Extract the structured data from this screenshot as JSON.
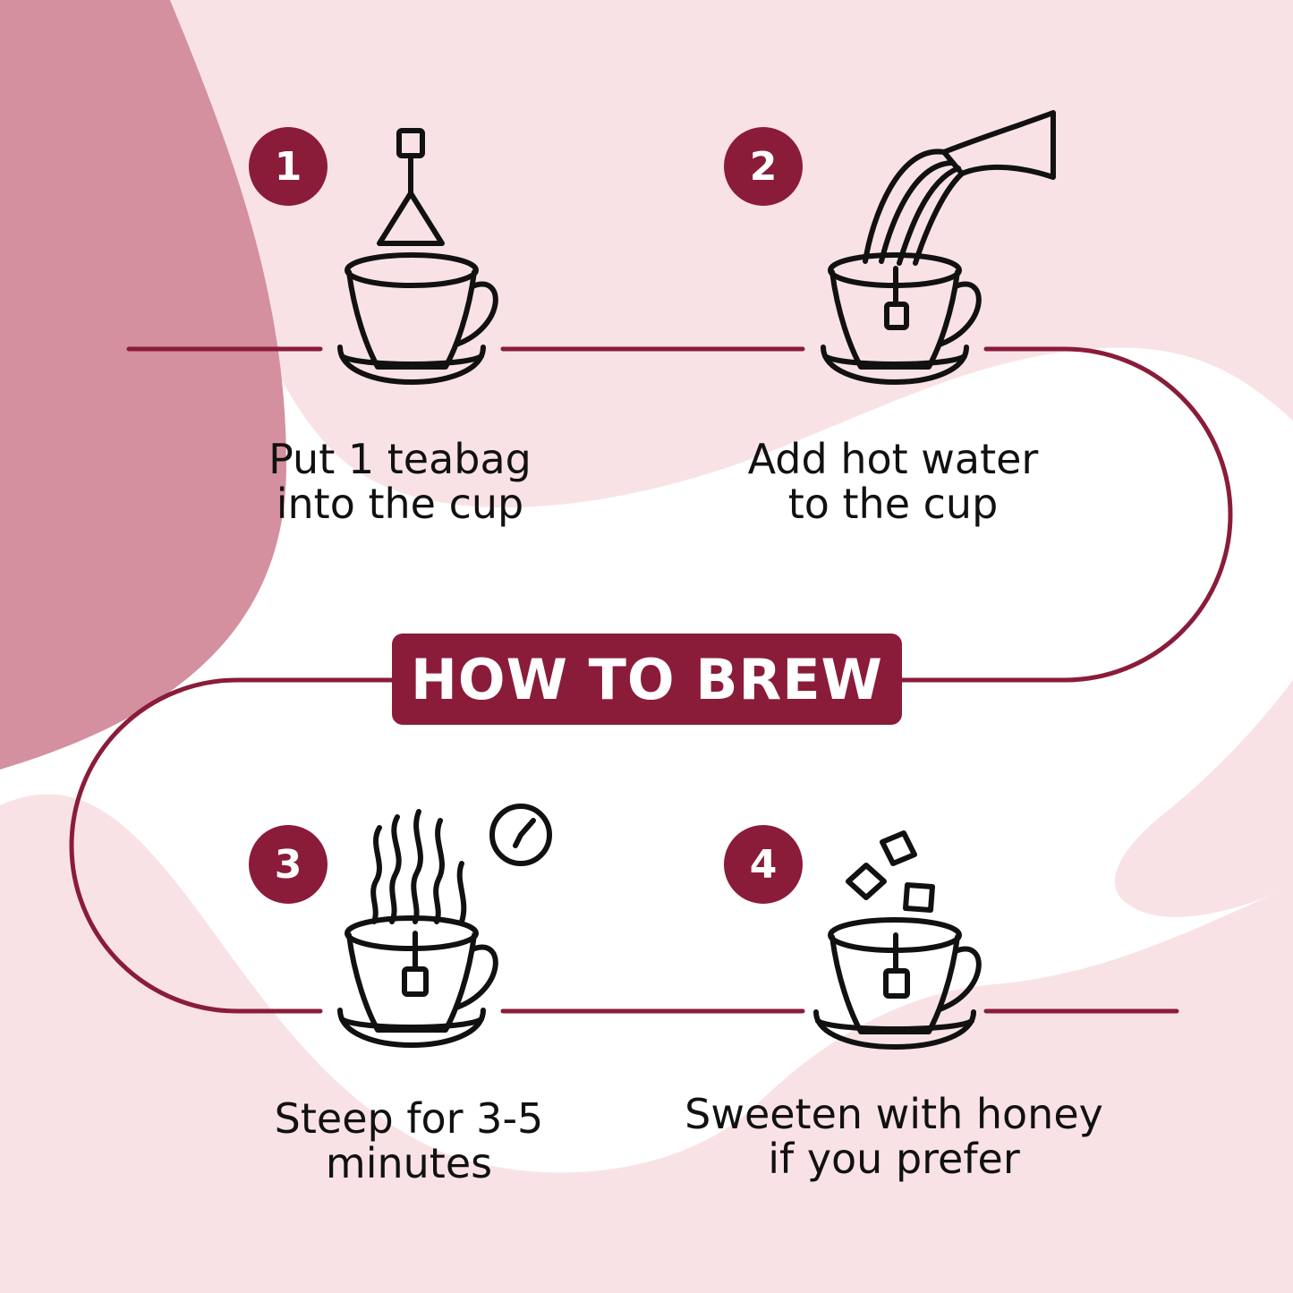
{
  "title": "HOW TO BREW",
  "steps": [
    {
      "number": "1",
      "line1": "Put 1 teabag",
      "line2": "into the cup",
      "icon": "cup-with-teabag-icon"
    },
    {
      "number": "2",
      "line1": "Add hot water",
      "line2": "to the cup",
      "icon": "kettle-pouring-water-icon"
    },
    {
      "number": "3",
      "line1": "Steep for 3-5",
      "line2": "minutes",
      "icon": "steaming-cup-timer-icon"
    },
    {
      "number": "4",
      "line1": "Sweeten with honey",
      "line2": "if you prefer",
      "icon": "cup-with-sugar-cubes-icon"
    }
  ],
  "colors": {
    "accent": "#8a1c3a",
    "background_light": "#f9e2e6",
    "background_dark": "#d4909f",
    "text": "#111111"
  }
}
